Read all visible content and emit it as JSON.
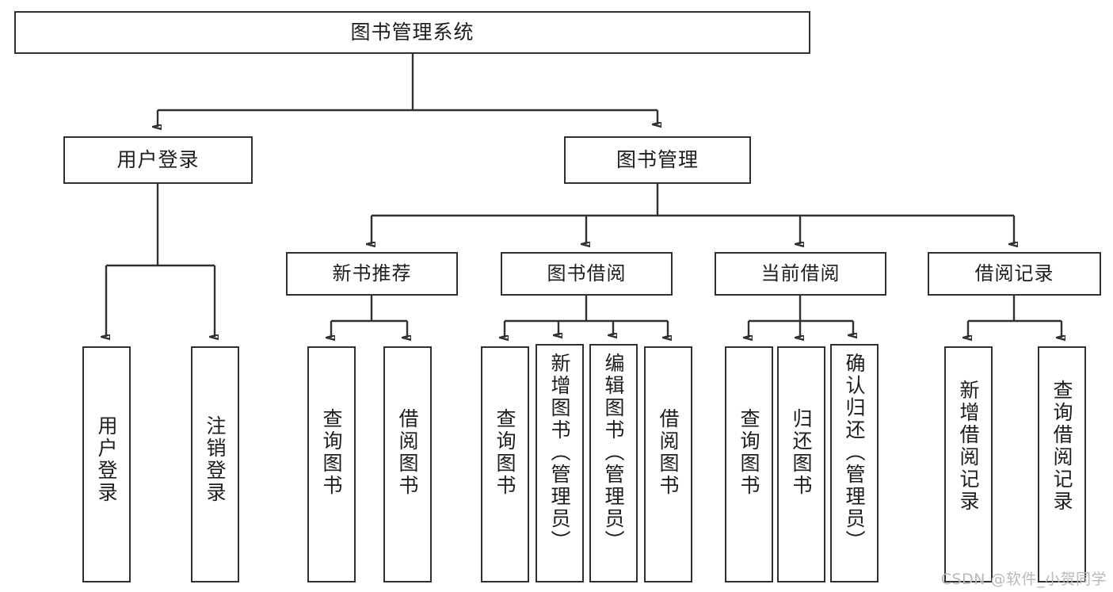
{
  "diagram": {
    "title": "图书管理系统",
    "type": "tree-hierarchy-diagram",
    "colors": {
      "box_border": "#31302f",
      "box_fill": "#ffffff",
      "text": "#1d1d1d",
      "connector": "#31302f",
      "watermark": "#b9b9b9",
      "background": "#ffffff"
    },
    "nodes": {
      "root": {
        "label": "图书管理系统"
      },
      "level2": [
        {
          "label": "用户登录"
        },
        {
          "label": "图书管理"
        }
      ],
      "level3": [
        {
          "label": "新书推荐"
        },
        {
          "label": "图书借阅"
        },
        {
          "label": "当前借阅"
        },
        {
          "label": "借阅记录"
        }
      ],
      "leaves": {
        "user_login": [
          {
            "label": "用户登录"
          },
          {
            "label": "注销登录"
          }
        ],
        "new_book_recommend": [
          {
            "label": "查询图书"
          },
          {
            "label": "借阅图书"
          }
        ],
        "book_borrow": [
          {
            "label": "查询图书"
          },
          {
            "label": "新增图书（管理员）"
          },
          {
            "label": "编辑图书（管理员）"
          },
          {
            "label": "借阅图书"
          }
        ],
        "current_borrow": [
          {
            "label": "查询图书"
          },
          {
            "label": "归还图书"
          },
          {
            "label": "确认归还（管理员）"
          }
        ],
        "borrow_record": [
          {
            "label": "新增借阅记录"
          },
          {
            "label": "查询借阅记录"
          }
        ]
      }
    },
    "watermark": "CSDN @软件_小贺同学"
  }
}
